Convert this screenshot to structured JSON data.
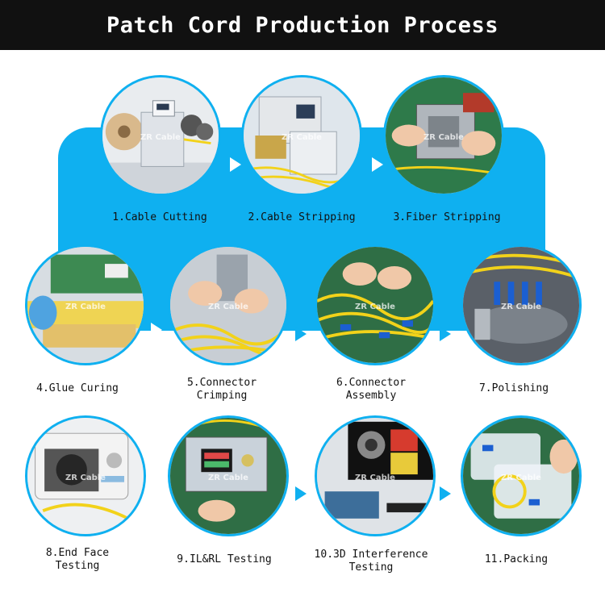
{
  "title": "Patch Cord Production Process",
  "watermark": "ZR Cable",
  "steps": [
    {
      "label": "1.Cable Cutting"
    },
    {
      "label": "2.Cable Stripping"
    },
    {
      "label": "3.Fiber Stripping"
    },
    {
      "label": "4.Glue Curing"
    },
    {
      "label": "5.Connector\nCrimping"
    },
    {
      "label": "6.Connector\nAssembly"
    },
    {
      "label": "7.Polishing"
    },
    {
      "label": "8.End Face\nTesting"
    },
    {
      "label": "9.IL&RL Testing"
    },
    {
      "label": "10.3D Interference\nTesting"
    },
    {
      "label": "11.Packing"
    }
  ],
  "colors": {
    "band": "#0fb0f0",
    "title_bg": "#111111",
    "title_text": "#ffffff",
    "fiber": "#f2d21a",
    "connector": "#1b5fd1"
  }
}
